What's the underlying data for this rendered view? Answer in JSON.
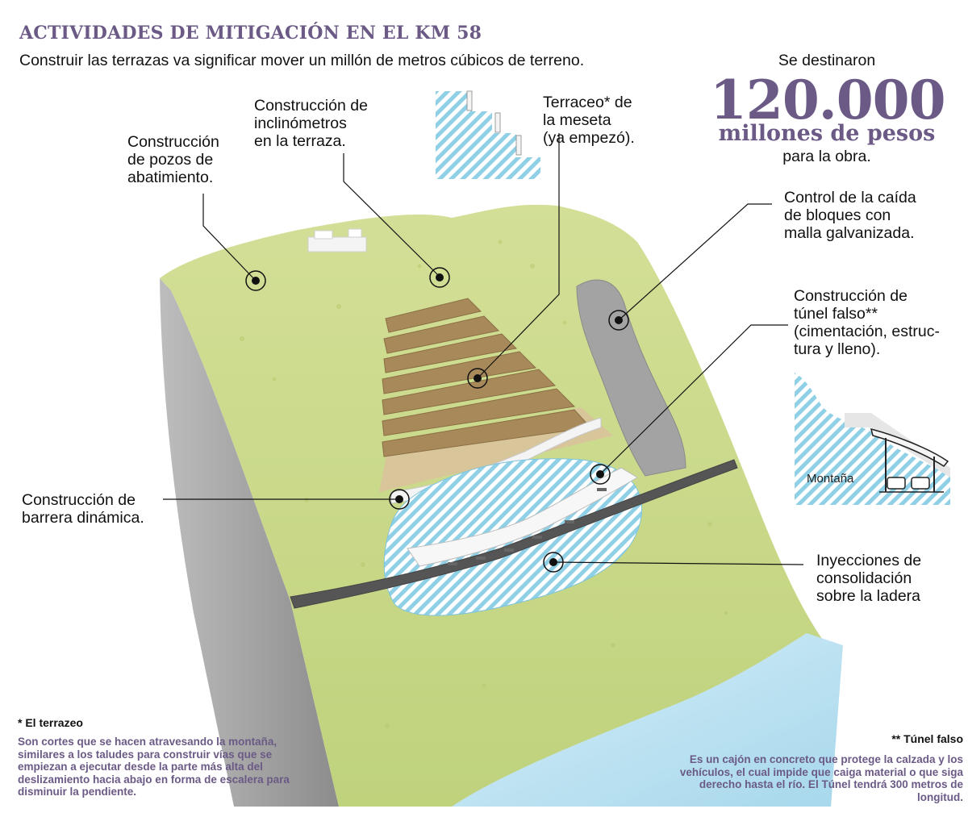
{
  "title": "ACTIVIDADES DE MITIGACIÓN EN EL KM 58",
  "subtitle": "Construir las terrazas va significar mover un millón de metros cúbicos de terreno.",
  "budget": {
    "pre": "Se destinaron",
    "amount": "120.000",
    "unit": "millones de pesos",
    "post": "para la obra."
  },
  "labels": {
    "pozos": "Construcción\nde pozos de\nabatimiento.",
    "inclinometros": "Construcción de\ninclinómetros\nen la terraza.",
    "terraceo": "Terraceo* de\nla meseta\n(ya empezó).",
    "malla": "Control de la caída\nde bloques con\nmalla galvanizada.",
    "tunel": "Construcción de\ntúnel falso**\n(cimentación, estruc-\ntura y lleno).",
    "barrera": "Construcción de\nbarrera dinámica.",
    "inyecciones": "Inyecciones de\nconsolidación\nsobre la ladera"
  },
  "inset_label": "Montaña",
  "notes": {
    "terrazeo_title": "* El terrazeo",
    "terrazeo_body": "Son cortes que se hacen atravesando la montaña, similares a los taludes para construir vías que se empiezan a ejecutar desde la parte más alta del deslizamiento hacia abajo en forma de escalera para disminuir la pendiente.",
    "tunel_title": "** Túnel falso",
    "tunel_body": "Es un cajón en concreto que protege la calzada y los vehículos, el cual impide que caiga material o que siga derecho hasta el río. El Túnel tendrá  300 metros de longitud."
  },
  "colors": {
    "accent": "#6b5a86",
    "grass": "#c9d98a",
    "hatch": "#8fd0e6",
    "rock": "#9c9c9c"
  }
}
